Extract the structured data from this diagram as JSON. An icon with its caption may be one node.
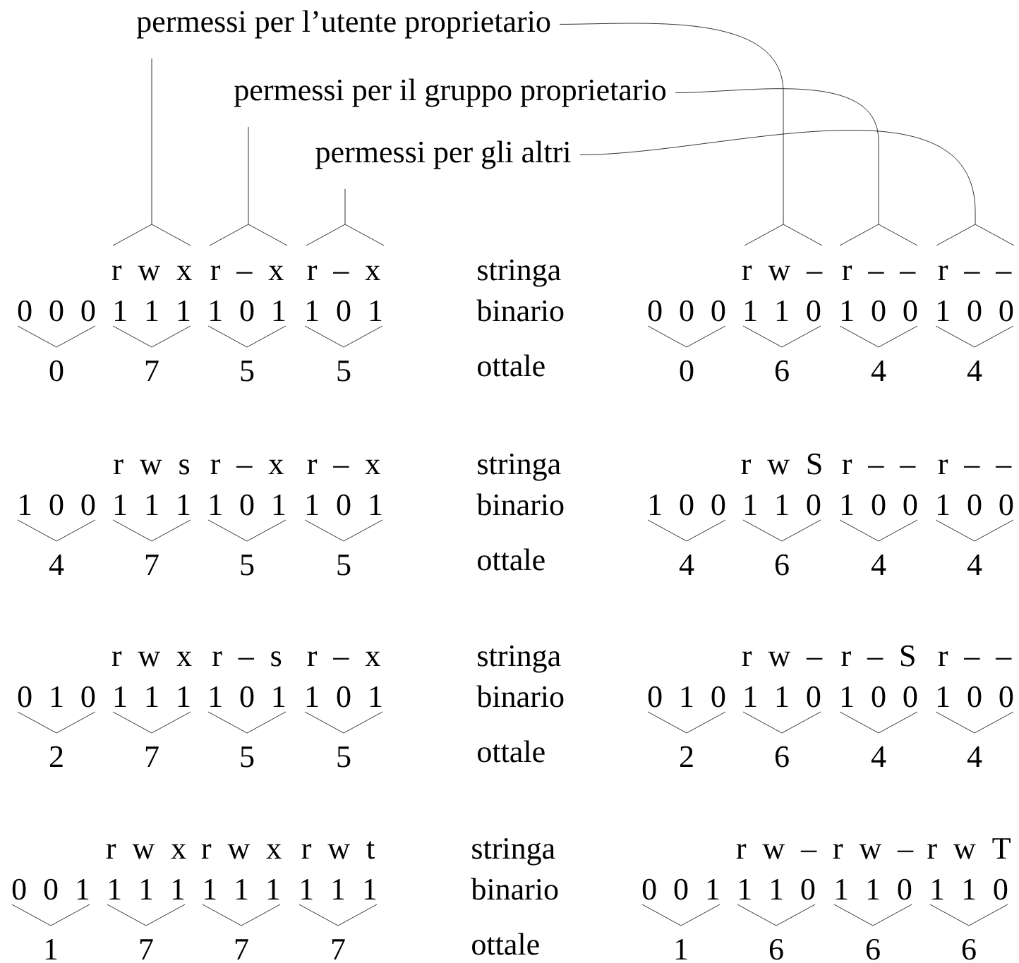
{
  "diagram": {
    "nodes": [
      {
        "text": [
          "permessi per l’utente proprietario"
        ]
      },
      {
        "text": [
          "permessi per il gruppo proprietario"
        ]
      },
      {
        "text": [
          "permessi per gli altri"
        ]
      }
    ],
    "edges": [
      {
        "from": 0,
        "to": null,
        "arrow": "none"
      },
      {
        "from": 0,
        "to": null,
        "arrow": "none"
      },
      {
        "from": 1,
        "to": null,
        "arrow": "none"
      },
      {
        "from": 1,
        "to": null,
        "arrow": "none"
      },
      {
        "from": 2,
        "to": null,
        "arrow": "none"
      },
      {
        "from": 2,
        "to": null,
        "arrow": "none"
      }
    ],
    "labels": [
      "r w x",
      "r – x",
      "r – x",
      "stringa",
      "r w –",
      "r – –",
      "r – –",
      "0 0 0",
      "1 1 1",
      "1 0 1",
      "1 0 1",
      "binario",
      "0 0 0",
      "1 1 0",
      "1 0 0",
      "1 0 0",
      "0",
      "7",
      "5",
      "5",
      "ottale",
      "0",
      "6",
      "4",
      "4",
      "r w s",
      "r – x",
      "r – x",
      "stringa",
      "r w S",
      "r – –",
      "r – –",
      "1 0 0",
      "1 1 1",
      "1 0 1",
      "1 0 1",
      "binario",
      "1 0 0",
      "1 1 0",
      "1 0 0",
      "1 0 0",
      "4",
      "7",
      "5",
      "5",
      "ottale",
      "4",
      "6",
      "4",
      "4",
      "r w x",
      "r – s",
      "r – x",
      "stringa",
      "r w –",
      "r – S",
      "r – –",
      "0 1 0",
      "1 1 1",
      "1 0 1",
      "1 0 1",
      "binario",
      "0 1 0",
      "1 1 0",
      "1 0 0",
      "1 0 0",
      "2",
      "7",
      "5",
      "5",
      "ottale",
      "2",
      "6",
      "4",
      "4",
      "r w x",
      "r w x",
      "r w t",
      "stringa",
      "r w –",
      "r w –",
      "r w T",
      "0 0 1",
      "1 1 1",
      "1 1 1",
      "1 1 1",
      "binario",
      "0 0 1",
      "1 1 0",
      "1 1 0",
      "1 1 0",
      "1",
      "7",
      "7",
      "7",
      "ottale",
      "1",
      "6",
      "6",
      "6"
    ]
  }
}
